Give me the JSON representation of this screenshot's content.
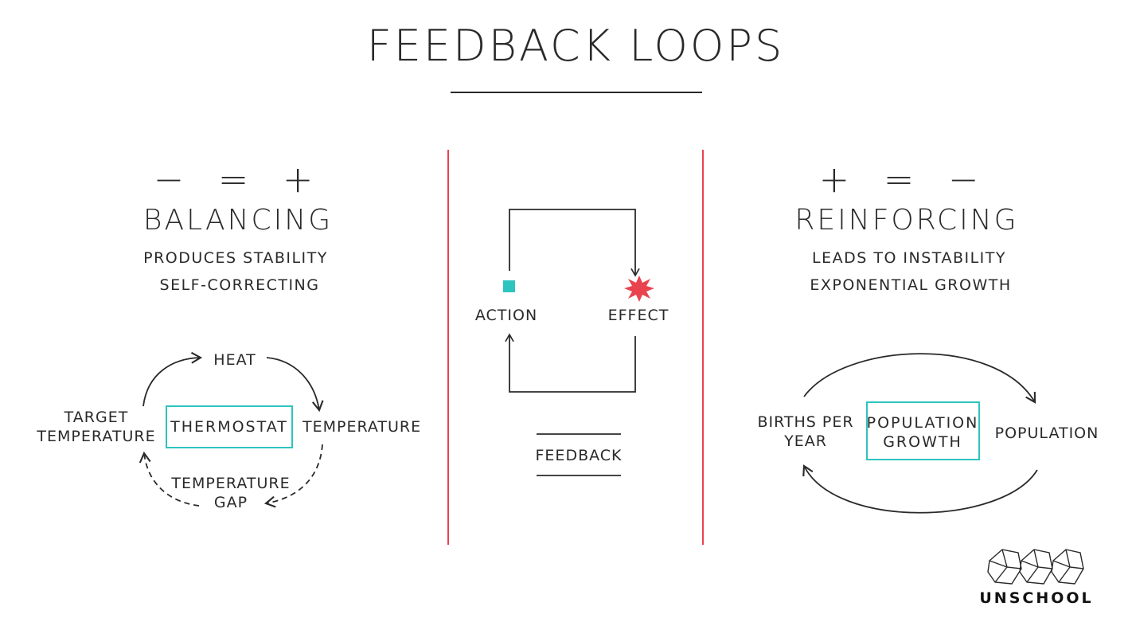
{
  "title": "FEEDBACK LOOPS",
  "balancing": {
    "symbols": "− = +",
    "heading": "BALANCING",
    "line1": "PRODUCES STABILITY",
    "line2": "SELF-CORRECTING",
    "center_box": "THERMOSTAT",
    "nodes": {
      "heat": "HEAT",
      "temperature": "TEMPERATURE",
      "target_line1": "TARGET",
      "target_line2": "TEMPERATURE",
      "gap_line1": "TEMPERATURE",
      "gap_line2": "GAP"
    }
  },
  "center": {
    "action": "ACTION",
    "effect": "EFFECT",
    "feedback": "FEEDBACK"
  },
  "reinforcing": {
    "symbols": "+ = −",
    "heading": "REINFORCING",
    "line1": "LEADS TO INSTABILITY",
    "line2": "EXPONENTIAL GROWTH",
    "center_box_line1": "POPULATION",
    "center_box_line2": "GROWTH",
    "nodes": {
      "births_line1": "BIRTHS PER",
      "births_line2": "YEAR",
      "population": "POPULATION"
    }
  },
  "brand": "UNSCHOOL",
  "icons": {
    "action_marker": "teal-square-icon",
    "effect_marker": "red-burst-icon",
    "logo": "unschool-polyhedra-logo-icon"
  },
  "colors": {
    "teal": "#2ec4bf",
    "red": "#e8434f",
    "ink": "#2a2a2a"
  }
}
